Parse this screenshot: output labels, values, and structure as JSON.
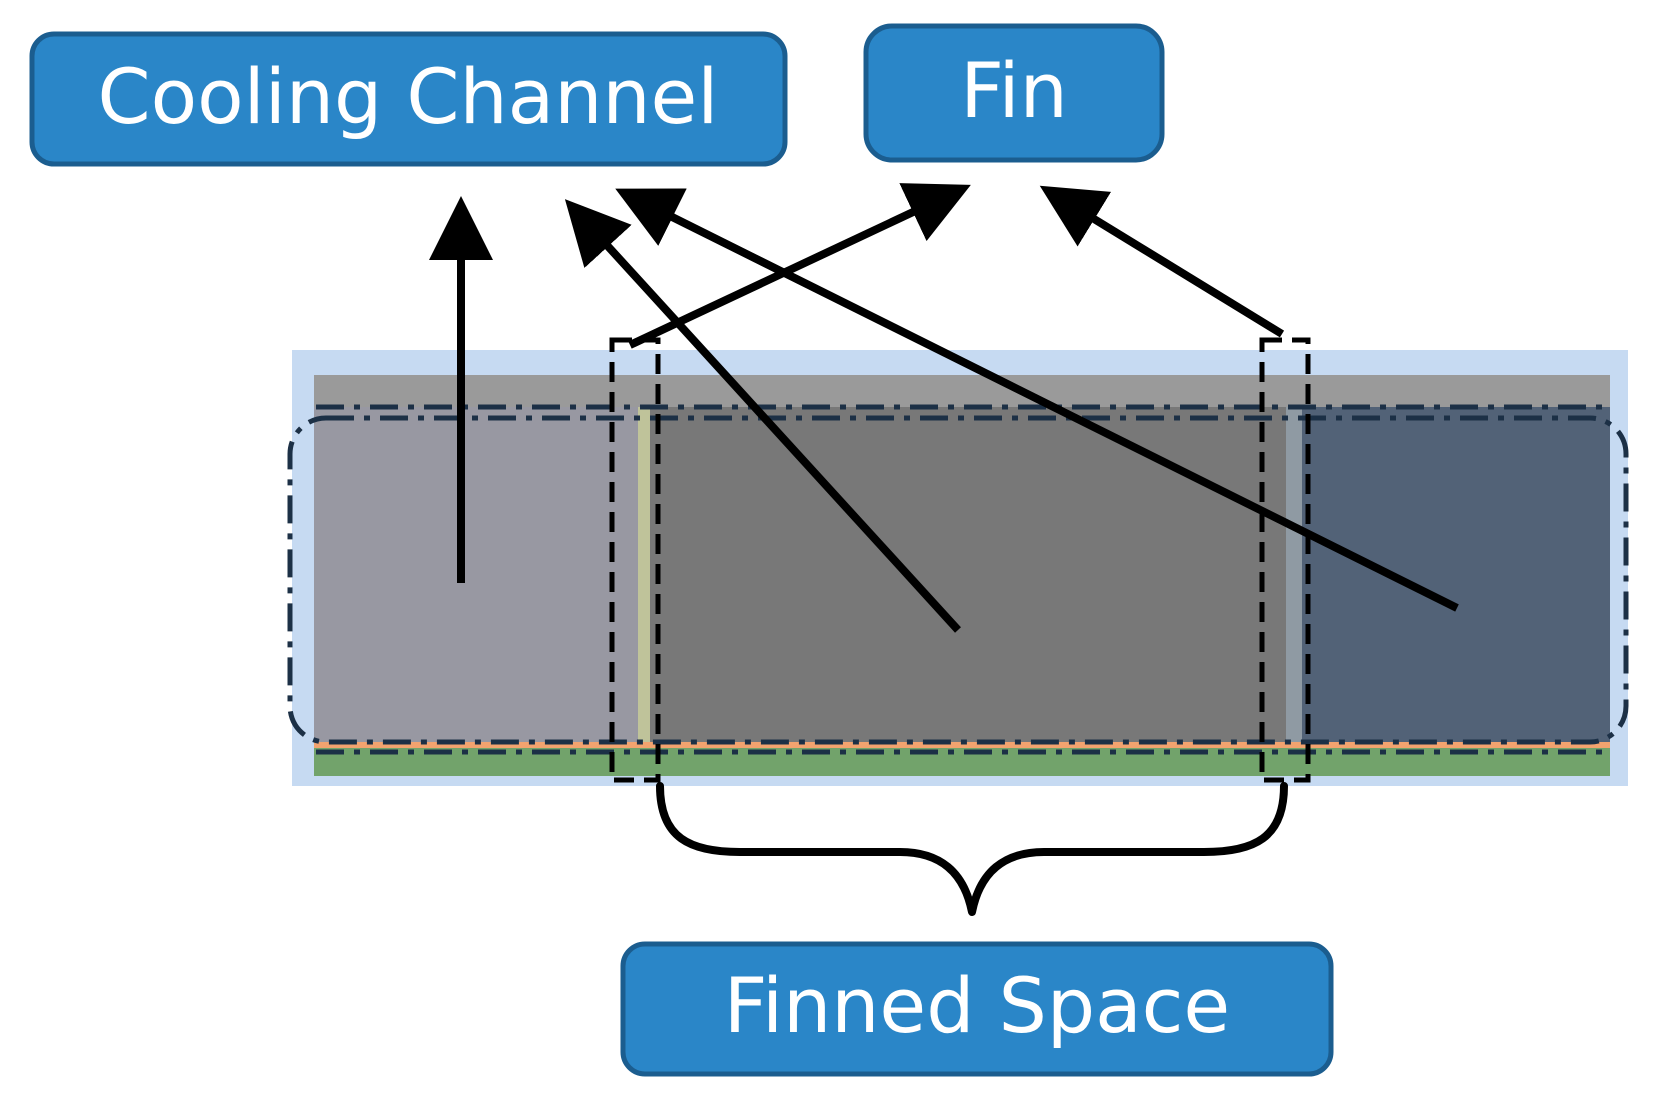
{
  "labels": {
    "cooling_channel": "Cooling Channel",
    "fin": "Fin",
    "finned_space": "Finned Space"
  },
  "colors": {
    "label_fill": "#2a86c8",
    "label_border": "#1b5d8f",
    "label_text": "#ffffff",
    "outer_frame": "#c6daf2",
    "top_plate": "#9a9a9a",
    "left_channel": "#9898a2",
    "middle_channel": "#787878",
    "right_channel": "#526277",
    "bottom_plate": "#72a36b",
    "interface_line": "#f2a36f",
    "dash_outline": "#1c3046",
    "arrow": "#000000"
  }
}
